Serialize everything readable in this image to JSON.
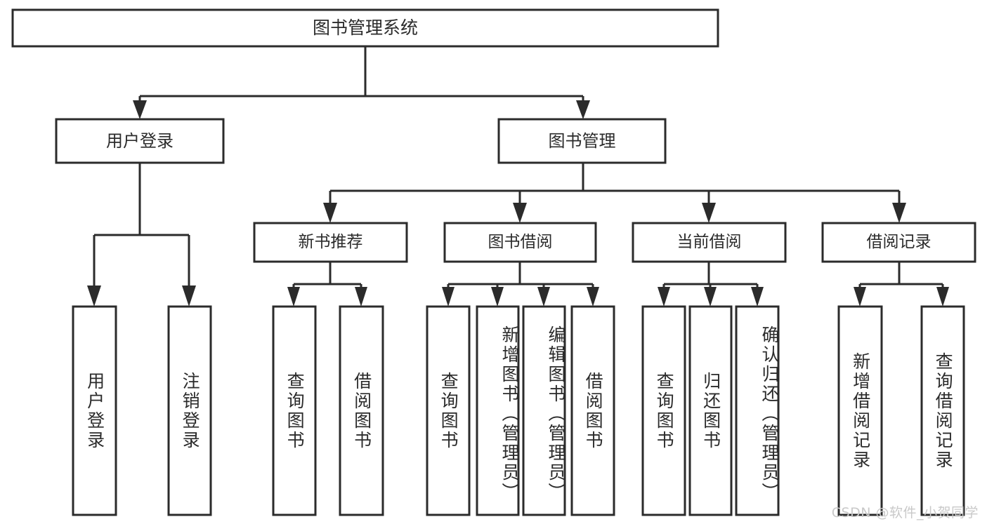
{
  "diagram": {
    "title": "图书管理系统",
    "watermark": "CSDN @软件_小贺同学",
    "colors": {
      "stroke": "#2b2b2b",
      "fill": "#ffffff",
      "background": "#ffffff",
      "watermark": "#c9c9c9"
    },
    "levels": {
      "root": {
        "label": "图书管理系统"
      },
      "level2": [
        {
          "id": "user-login",
          "label": "用户登录"
        },
        {
          "id": "book-management",
          "label": "图书管理"
        }
      ],
      "level3": [
        {
          "id": "new-book-recommend",
          "label": "新书推荐",
          "parent": "book-management"
        },
        {
          "id": "book-borrow",
          "label": "图书借阅",
          "parent": "book-management"
        },
        {
          "id": "current-borrow",
          "label": "当前借阅",
          "parent": "book-management"
        },
        {
          "id": "borrow-record",
          "label": "借阅记录",
          "parent": "book-management"
        }
      ],
      "leaves": [
        {
          "id": "leaf-user-login",
          "label": "用户登录",
          "parent": "user-login"
        },
        {
          "id": "leaf-logout-login",
          "label": "注销登录",
          "parent": "user-login"
        },
        {
          "id": "leaf-query-book-1",
          "label": "查询图书",
          "parent": "new-book-recommend"
        },
        {
          "id": "leaf-borrow-book-1",
          "label": "借阅图书",
          "parent": "new-book-recommend"
        },
        {
          "id": "leaf-query-book-2",
          "label": "查询图书",
          "parent": "book-borrow"
        },
        {
          "id": "leaf-add-book",
          "label": "新增图书（管理员）",
          "parent": "book-borrow"
        },
        {
          "id": "leaf-edit-book",
          "label": "编辑图书（管理员）",
          "parent": "book-borrow"
        },
        {
          "id": "leaf-borrow-book-2",
          "label": "借阅图书",
          "parent": "book-borrow"
        },
        {
          "id": "leaf-query-book-3",
          "label": "查询图书",
          "parent": "current-borrow"
        },
        {
          "id": "leaf-return-book",
          "label": "归还图书",
          "parent": "current-borrow"
        },
        {
          "id": "leaf-confirm-return",
          "label": "确认归还（管理员）",
          "parent": "current-borrow"
        },
        {
          "id": "leaf-add-record",
          "label": "新增借阅记录",
          "parent": "borrow-record"
        },
        {
          "id": "leaf-query-record",
          "label": "查询借阅记录",
          "parent": "borrow-record"
        }
      ]
    }
  }
}
